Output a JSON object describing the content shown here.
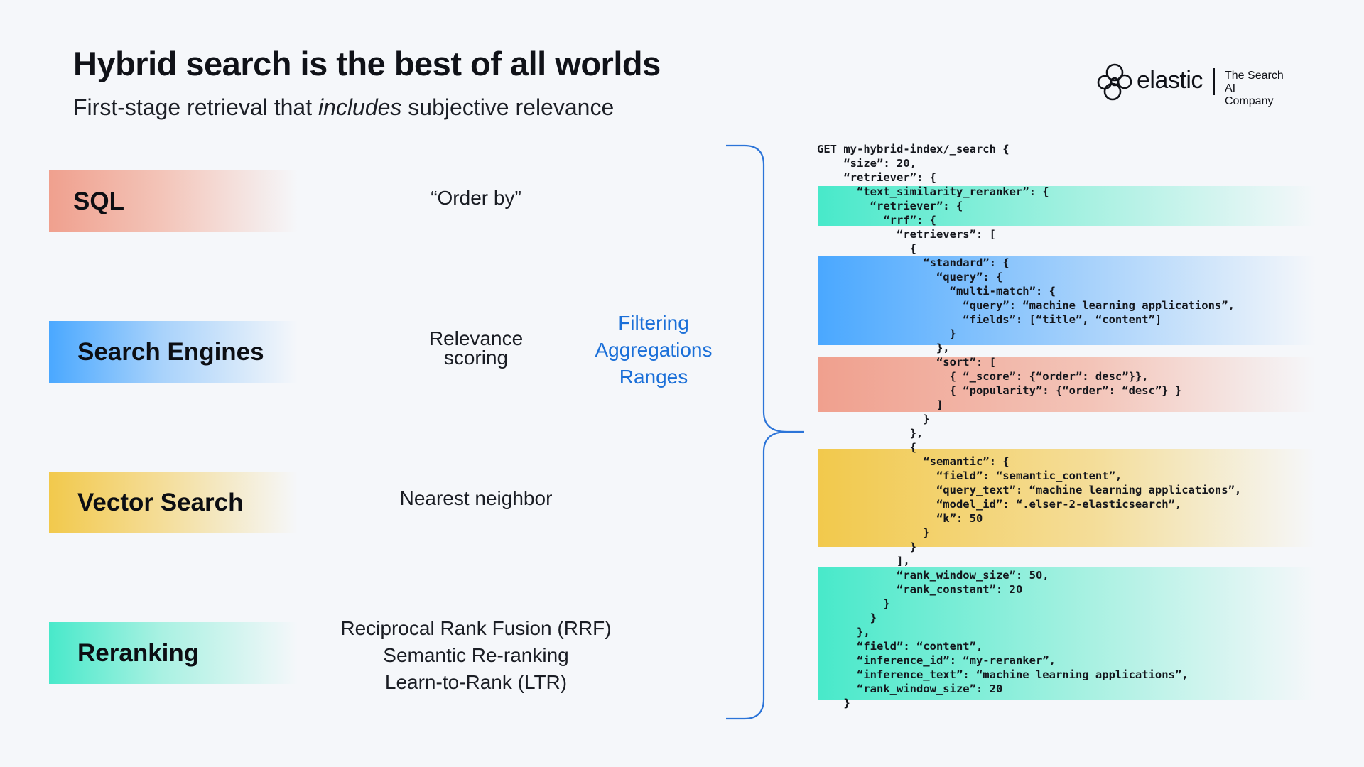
{
  "title": "Hybrid search is the best of all worlds",
  "subtitle": {
    "before": "First-stage retrieval that ",
    "emphasis": "includes",
    "after": " subjective relevance"
  },
  "logo": {
    "icon": "elastic-cluster-icon",
    "wordmark": "elastic",
    "tagline_line1": "The Search",
    "tagline_line2": "AI Company"
  },
  "rows": [
    {
      "label": "SQL",
      "desc_lines": [
        "“Order by”"
      ],
      "color": "#f0a08e"
    },
    {
      "label": "Search Engines",
      "desc_lines": [
        "Relevance",
        "scoring"
      ],
      "color": "#4aa8ff"
    },
    {
      "label": "Vector Search",
      "desc_lines": [
        "Nearest neighbor"
      ],
      "color": "#f2c94c"
    },
    {
      "label": "Reranking",
      "desc_lines": [
        "Reciprocal Rank Fusion (RRF)",
        "Semantic Re-ranking",
        "Learn-to-Rank (LTR)"
      ],
      "color": "#48e9ca"
    }
  ],
  "filters": [
    "Filtering",
    "Aggregations",
    "Ranges"
  ],
  "filters_color": "#1a6fd8",
  "code_lines": [
    "GET my-hybrid-index/_search {",
    "    “size”: 20,",
    "    “retriever”: {",
    "      “text_similarity_reranker”: {",
    "        “retriever”: {",
    "          “rrf”: {",
    "            “retrievers”: [",
    "              {",
    "                “standard”: {",
    "                  “query”: {",
    "                    “multi-match”: {",
    "                      “query”: “machine learning applications”,",
    "                      “fields”: [“title”, “content”]",
    "                    }",
    "                  },",
    "                  “sort”: [",
    "                    { “_score”: {“order”: desc”}},",
    "                    { “popularity”: {“order”: “desc”} }",
    "                  ]",
    "                }",
    "              },",
    "              {",
    "                “semantic”: {",
    "                  “field”: “semantic_content”,",
    "                  “query_text”: “machine learning applications”,",
    "                  “model_id”: “.elser-2-elasticsearch”,",
    "                  “k”: 50",
    "                }",
    "              }",
    "            ],",
    "            “rank_window_size”: 50,",
    "            “rank_constant”: 20",
    "          }",
    "        }",
    "      },",
    "      “field”: “content”,",
    "      “inference_id”: “my-reranker”,",
    "      “inference_text”: “machine learning applications”,",
    "      “rank_window_size”: 20",
    "    }",
    "}"
  ]
}
